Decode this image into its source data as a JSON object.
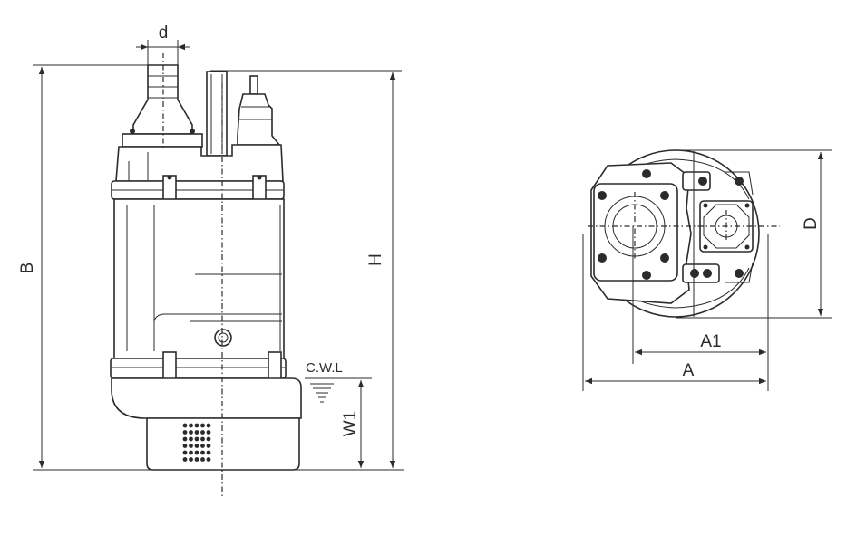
{
  "diagram": {
    "side_view": {
      "labels": {
        "d": "d",
        "B": "B",
        "H": "H",
        "cwl": "C.W.L",
        "W1": "W1"
      }
    },
    "top_view": {
      "labels": {
        "D": "D",
        "A1": "A1",
        "A": "A"
      }
    },
    "line_color": "#2b2b2b"
  }
}
